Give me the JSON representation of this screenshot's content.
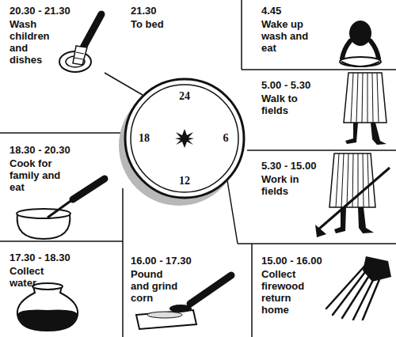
{
  "diagram": {
    "labels": [
      "20.30 - 21.30",
      "Wash children and dishes",
      "21.30",
      "To bed",
      "4.45",
      "Wake up wash and eat",
      "5.00 - 5.30",
      "Walk to fields",
      "5.30 - 15.00",
      "Work in fields",
      "18.30 - 20.30",
      "Cook for family and eat",
      "17.30 - 18.30",
      "Collect water",
      "16.00 - 17.30",
      "Pound and grind corn",
      "15.00 - 16.00",
      "Collect firewood return home",
      "24",
      "18",
      "6",
      "12"
    ]
  }
}
